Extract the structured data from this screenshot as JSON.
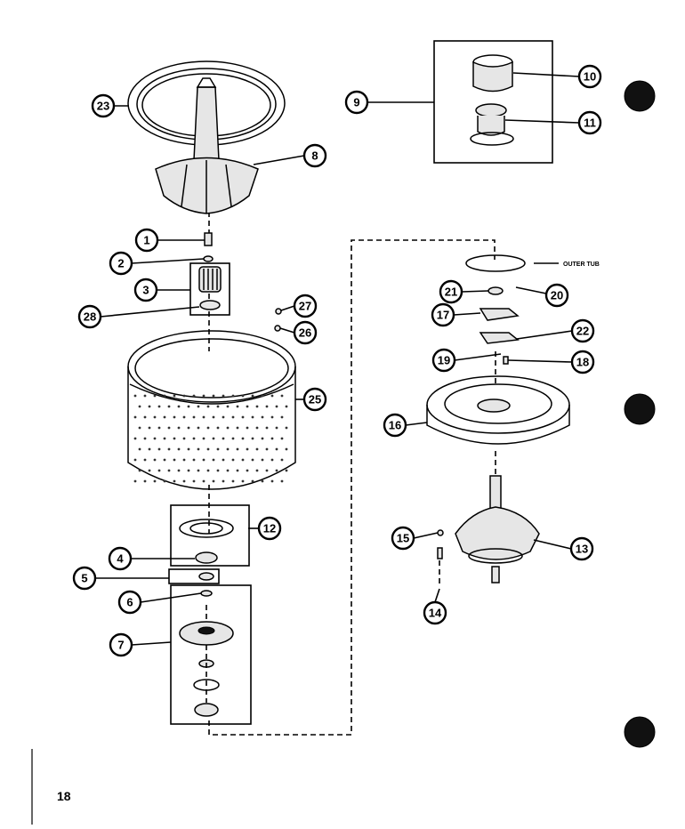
{
  "page_number": "18",
  "outer_tub_label": "OUTER TUB",
  "callouts": [
    "1",
    "2",
    "3",
    "4",
    "5",
    "6",
    "7",
    "8",
    "9",
    "10",
    "11",
    "12",
    "13",
    "14",
    "15",
    "16",
    "17",
    "18",
    "19",
    "20",
    "21",
    "22",
    "23",
    "25",
    "26",
    "27",
    "28"
  ]
}
